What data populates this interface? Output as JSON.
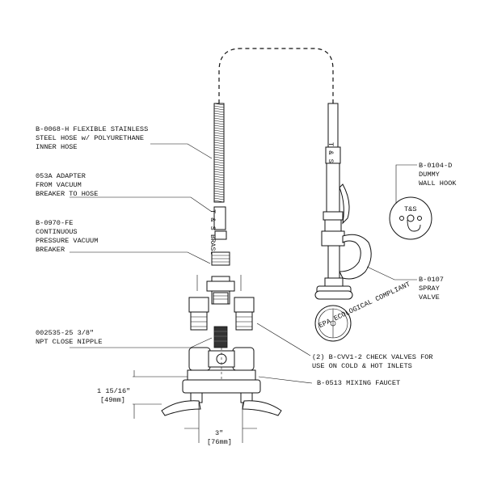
{
  "labels": {
    "hose": [
      "B-0068-H FLEXIBLE STAINLESS",
      "STEEL HOSE w/ POLYURETHANE",
      "INNER HOSE"
    ],
    "adapter": [
      "053A ADAPTER",
      "FROM VACUUM",
      "BREAKER TO HOSE"
    ],
    "breaker": [
      "B-0970-FE",
      "CONTINUOUS",
      "PRESSURE VACUUM",
      "BREAKER"
    ],
    "nipple": [
      "002535-25 3/8\"",
      "NPT CLOSE NIPPLE"
    ],
    "hook": [
      "B-0104-D",
      "DUMMY",
      "WALL HOOK"
    ],
    "spray": [
      "B-0107",
      "SPRAY",
      "VALVE"
    ],
    "check": [
      "(2) B-CVV1-2 CHECK VALVES FOR",
      "USE ON COLD & HOT INLETS"
    ],
    "faucet": "B-0513 MIXING FAUCET",
    "height_dim": [
      "1 15/16\"",
      "[49mm]"
    ],
    "width_dim": [
      "3\"",
      "[76mm]"
    ],
    "hose_stamp": "T & S BRASS",
    "hook_logo": "T&S",
    "dial_text": "EPA ECOLOGICAL COMPLIANT"
  },
  "icons": [
    "wall-hook-icon",
    "spray-valve-icon",
    "vacuum-breaker-icon",
    "mixing-faucet-icon"
  ]
}
